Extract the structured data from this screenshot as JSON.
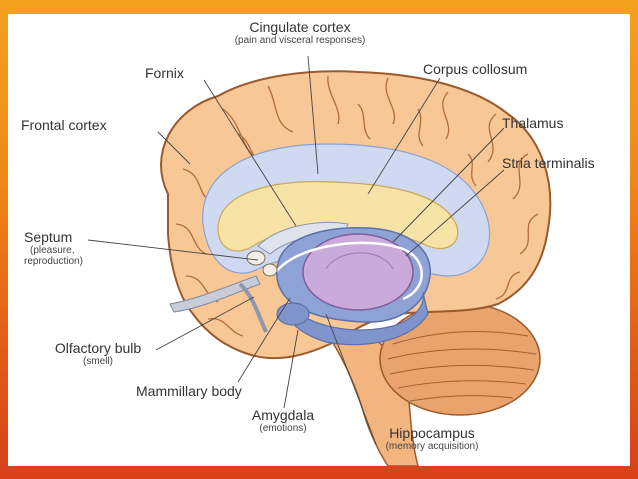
{
  "labels": {
    "cingulate_cortex": {
      "name": "Cingulate cortex",
      "note": "(pain and visceral responses)"
    },
    "fornix": {
      "name": "Fornix"
    },
    "corpus_collosum": {
      "name": "Corpus collosum"
    },
    "frontal_cortex": {
      "name": "Frontal cortex"
    },
    "thalamus": {
      "name": "Thalamus"
    },
    "stria_terminalis": {
      "name": "Stria terminalis"
    },
    "septum": {
      "name": "Septum",
      "note_line1": "(pleasure,",
      "note_line2": "reproduction)"
    },
    "olfactory_bulb": {
      "name": "Olfactory bulb",
      "note": "(smell)"
    },
    "mammillary_body": {
      "name": "Mammillary body"
    },
    "amygdala": {
      "name": "Amygdala",
      "note": "(emotions)"
    },
    "hippocampus": {
      "name": "Hippocampus",
      "note": "(memory acquisition)"
    }
  },
  "colors": {
    "cortex": "#f7c795",
    "cortex_outline": "#9a5a2c",
    "cingulate_band": "#cfd9f1",
    "corpus": "#f8e3a6",
    "inner_blue": "#7f94cc",
    "thalamus": "#c9aadb",
    "cerebellum": "#e9a36c"
  }
}
